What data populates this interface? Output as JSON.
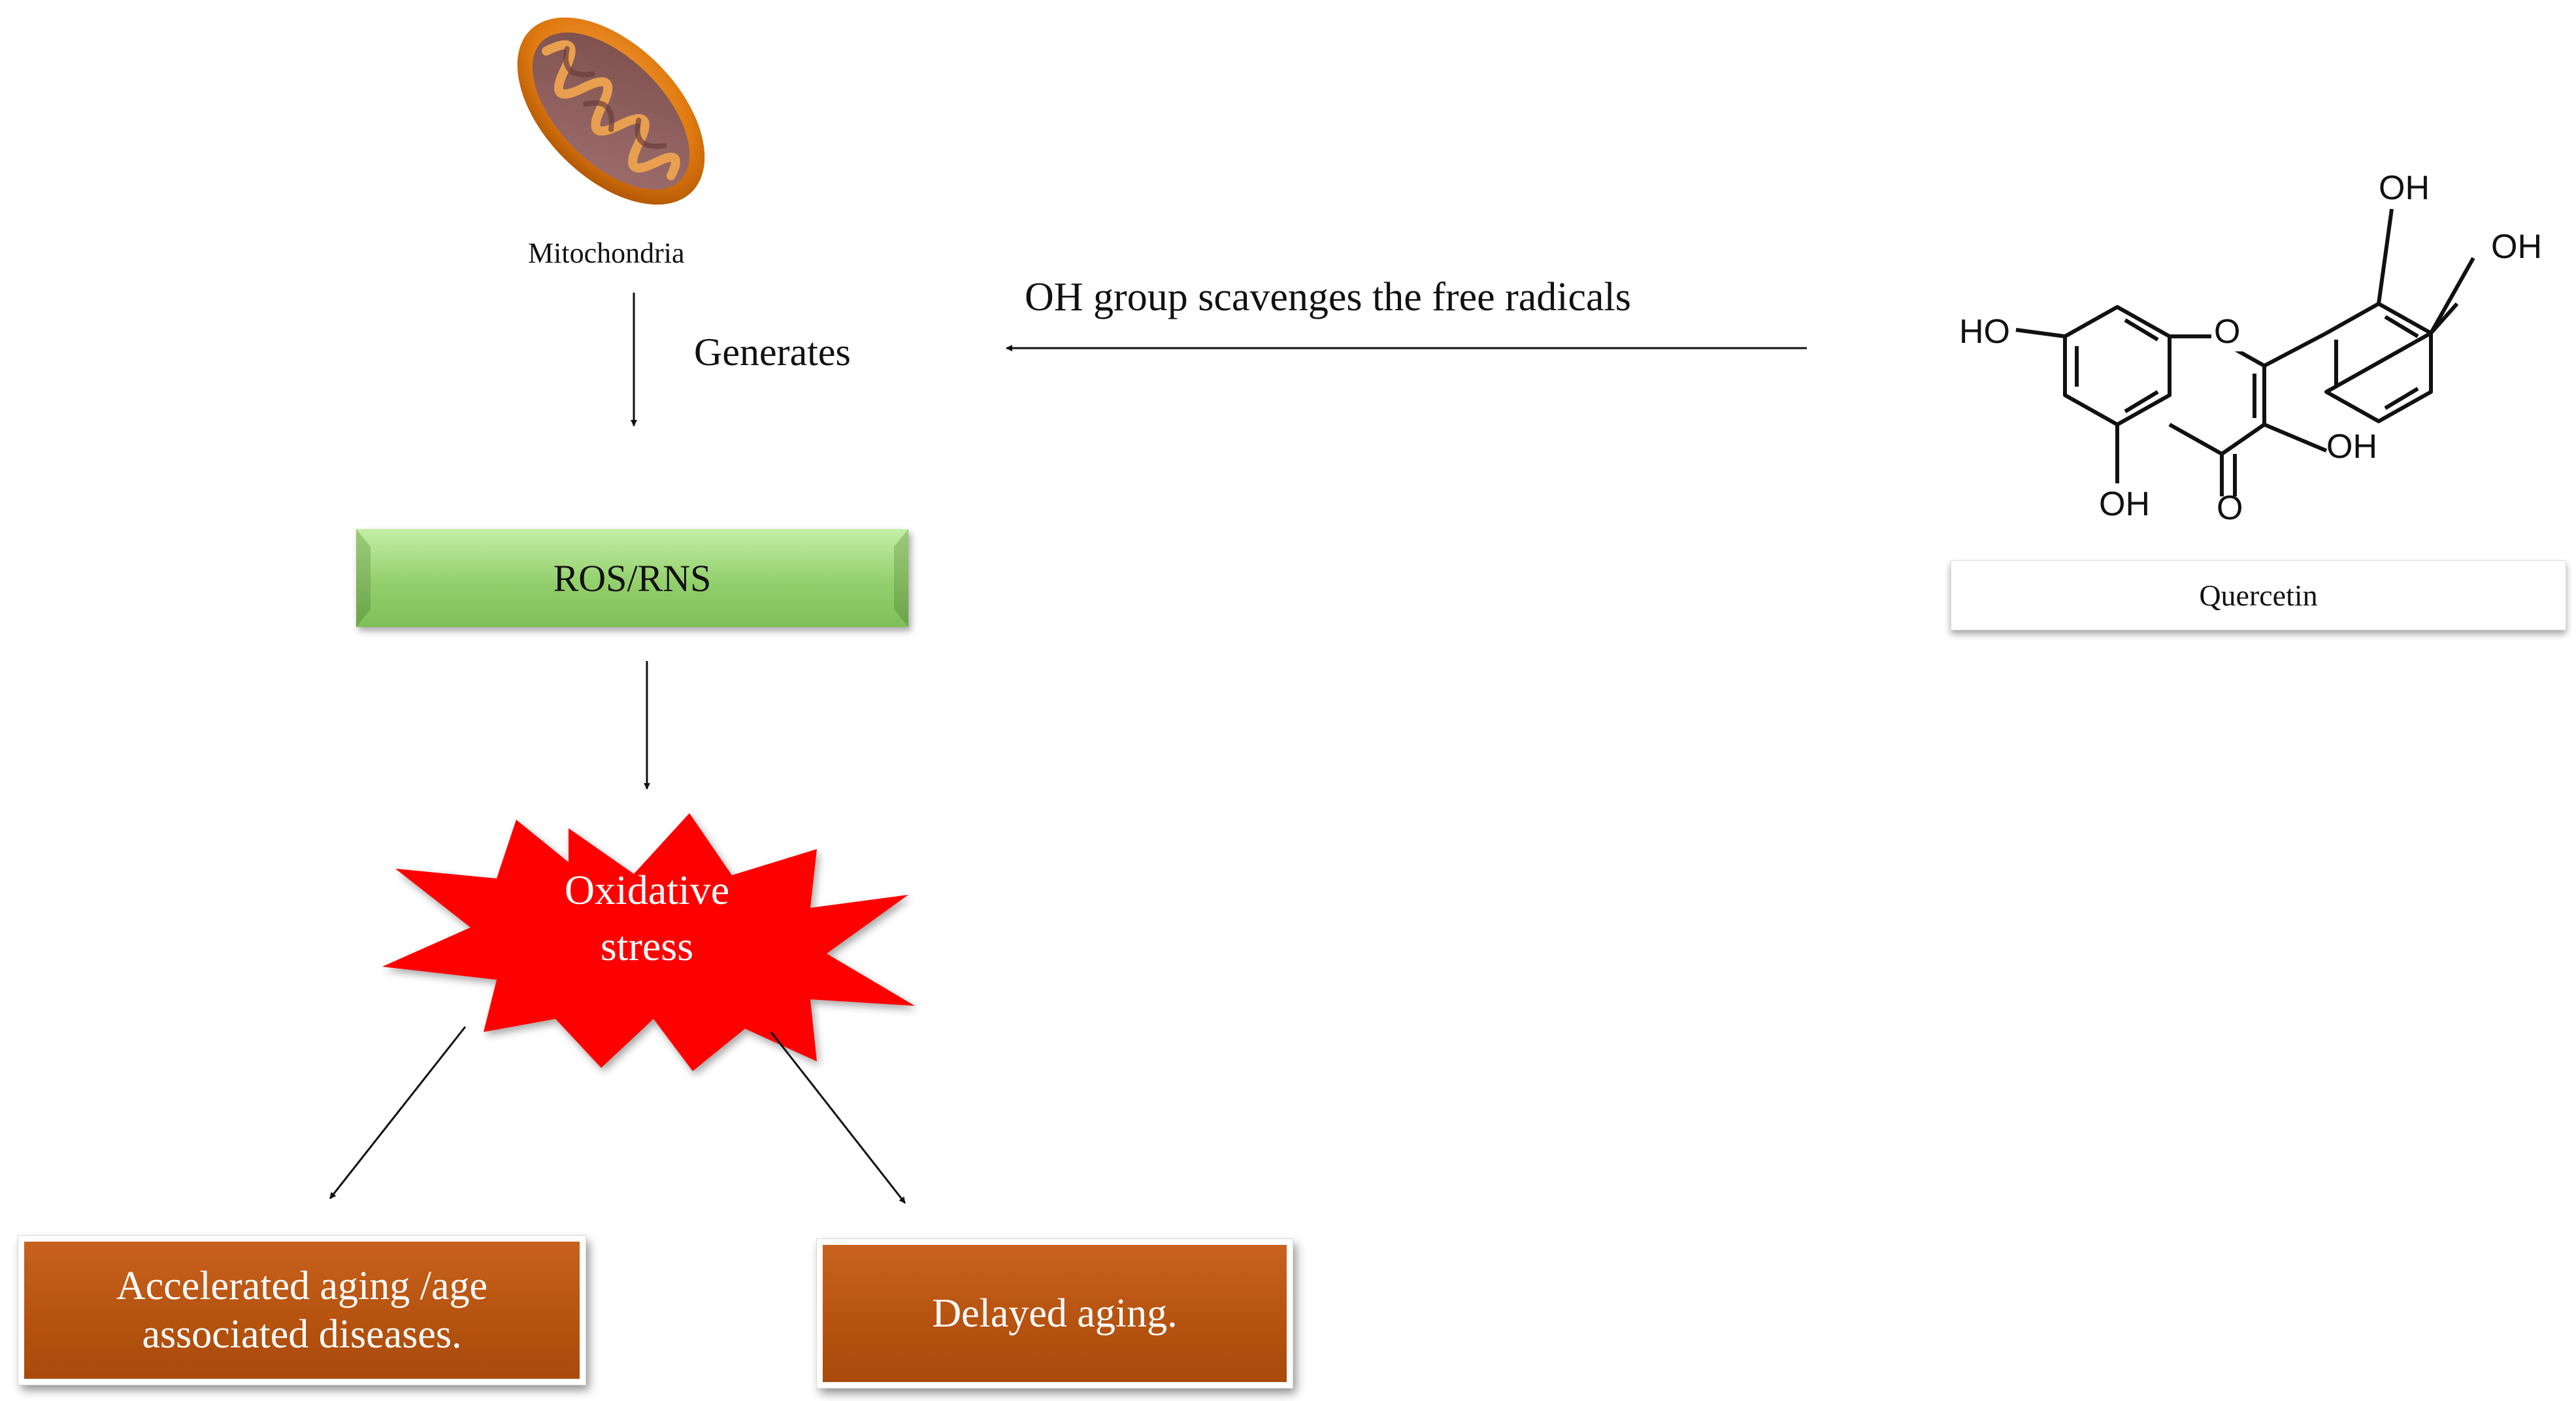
{
  "labels": {
    "mitochondria": "Mitochondria",
    "generates": "Generates",
    "scavenges": "OH group scavenges  the  free  radicals",
    "ros_rns": "ROS/RNS",
    "oxidative_line1": "Oxidative",
    "oxidative_line2": "stress",
    "accelerated_line1": "Accelerated  aging  /age",
    "accelerated_line2": "associated  diseases.",
    "delayed": "Delayed  aging.",
    "quercetin": "Quercetin"
  },
  "molecule_labels": {
    "oh_top": "OH",
    "oh_right": "OH",
    "ho_left": "HO",
    "oh_mid": "OH",
    "oh_bottom": "OH",
    "o_ring": "O",
    "o_keto": "O"
  },
  "colors": {
    "ros_fill": "#93cf6c",
    "box_fill": "#b5520f",
    "star_fill": "#ff0000",
    "mitochondria_outer": "#e07a10",
    "mitochondria_inner": "#8a5a55"
  }
}
